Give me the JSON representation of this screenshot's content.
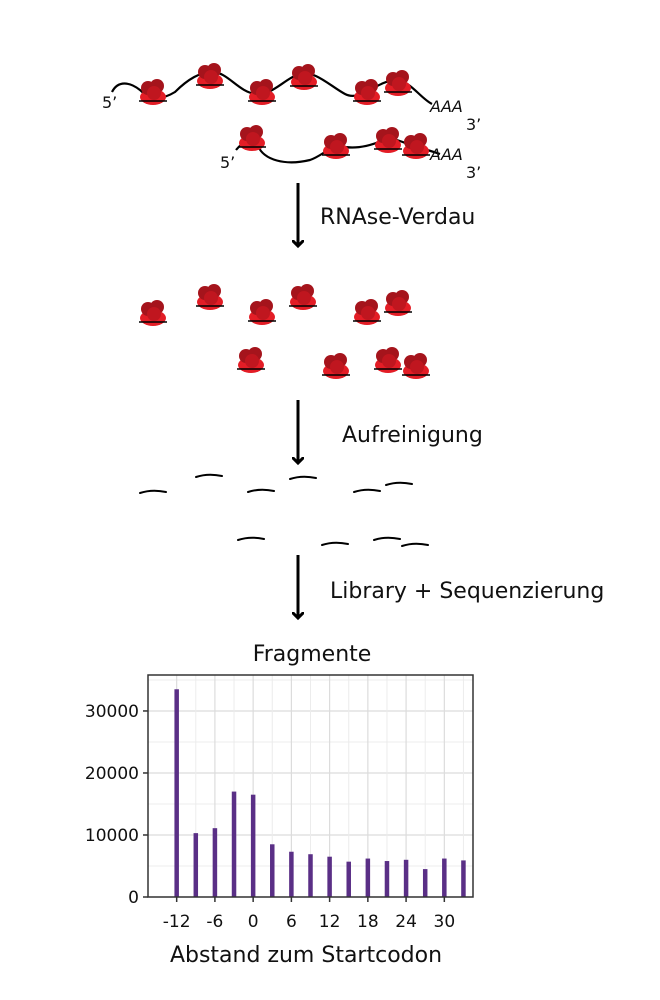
{
  "diagram": {
    "prime5": "5’",
    "prime3": "3’",
    "polyA": "AAA",
    "steps": [
      "RNAse-Verdau",
      "Aufreinigung",
      "Library + Sequenzierung"
    ],
    "ribosome_colors": {
      "body": "#e31d26",
      "top": "#a5141c"
    },
    "arrow_color": "#000000"
  },
  "chart_data": {
    "type": "bar",
    "title": "Fragmente",
    "xlabel": "Abstand zum Startcodon",
    "ylabel": "",
    "x": [
      -12,
      -9,
      -6,
      -3,
      0,
      3,
      6,
      9,
      12,
      15,
      18,
      21,
      24,
      27,
      30,
      33
    ],
    "values": [
      33500,
      10300,
      11100,
      17000,
      16500,
      8500,
      7300,
      6900,
      6500,
      5700,
      6200,
      5800,
      6000,
      4500,
      6200,
      5900
    ],
    "xticks": [
      "-12",
      "-6",
      "0",
      "6",
      "12",
      "18",
      "24",
      "30"
    ],
    "yticks": [
      "0",
      "10000",
      "20000",
      "30000"
    ],
    "xlim": [
      -16.5,
      34.5
    ],
    "ylim": [
      0,
      35800
    ],
    "grid": true,
    "bar_color": "#5a2f86"
  }
}
